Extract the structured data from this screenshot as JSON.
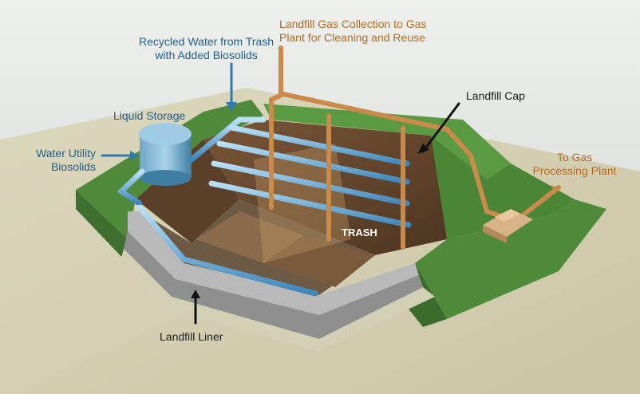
{
  "labels": {
    "recycled_water": [
      "Recycled Water from Trash",
      "with Added Biosolids"
    ],
    "gas_collection": [
      "Landfill Gas Collection to Gas",
      "Plant for Cleaning and Reuse"
    ],
    "liquid_storage": "Liquid Storage",
    "landfill_cap": "Landfill Cap",
    "water_utility": [
      "Water Utility",
      "Biosolids"
    ],
    "to_gas_plant": [
      "To Gas",
      "Processing Plant"
    ],
    "trash": "TRASH",
    "landfill_liner": "Landfill Liner"
  },
  "colors": {
    "sky": "#d9dbd6",
    "ground": "#d8d4b8",
    "grass": "#4f8a3a",
    "dirt": "#6b4b2f",
    "liner": "#b9b9b9",
    "water_pipe": "#7bbbe6",
    "gas_pipe": "#c98a4a",
    "label_blue": "#1f5f8e",
    "label_orange": "#b86a20"
  }
}
